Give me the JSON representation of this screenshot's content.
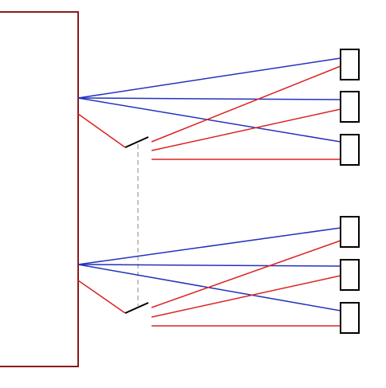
{
  "diagram": {
    "colors": {
      "panel": "#8b1a1a",
      "blue_wire": "#2233bb",
      "red_wire": "#dd2222",
      "module": "#000000",
      "linkage": "#888888"
    },
    "groups": [
      {
        "id": "upper",
        "module_count": 3
      },
      {
        "id": "lower",
        "module_count": 3
      }
    ]
  }
}
